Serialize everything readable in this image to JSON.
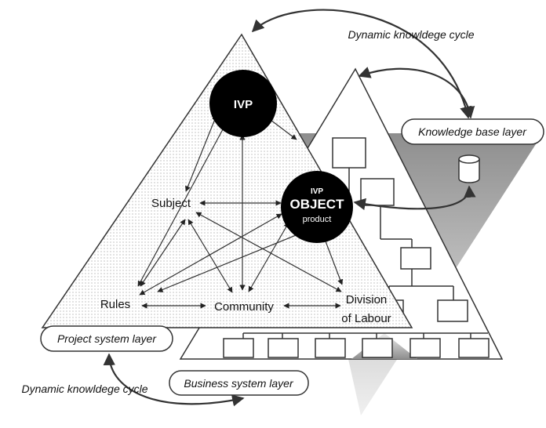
{
  "labels": {
    "ivp_top": "IVP",
    "object_prefix": "IVP",
    "object": "OBJECT",
    "object_suffix": "product",
    "subject": "Subject",
    "rules": "Rules",
    "community": "Community",
    "division_line1": "Division",
    "division_line2": "of Labour"
  },
  "layers": {
    "knowledge_base": "Knowledge base layer",
    "project_system": "Project system layer",
    "business_system": "Business system layer"
  },
  "cycles": {
    "top": "Dynamic knowldege cycle",
    "bottom": "Dynamic knowldege cycle"
  }
}
